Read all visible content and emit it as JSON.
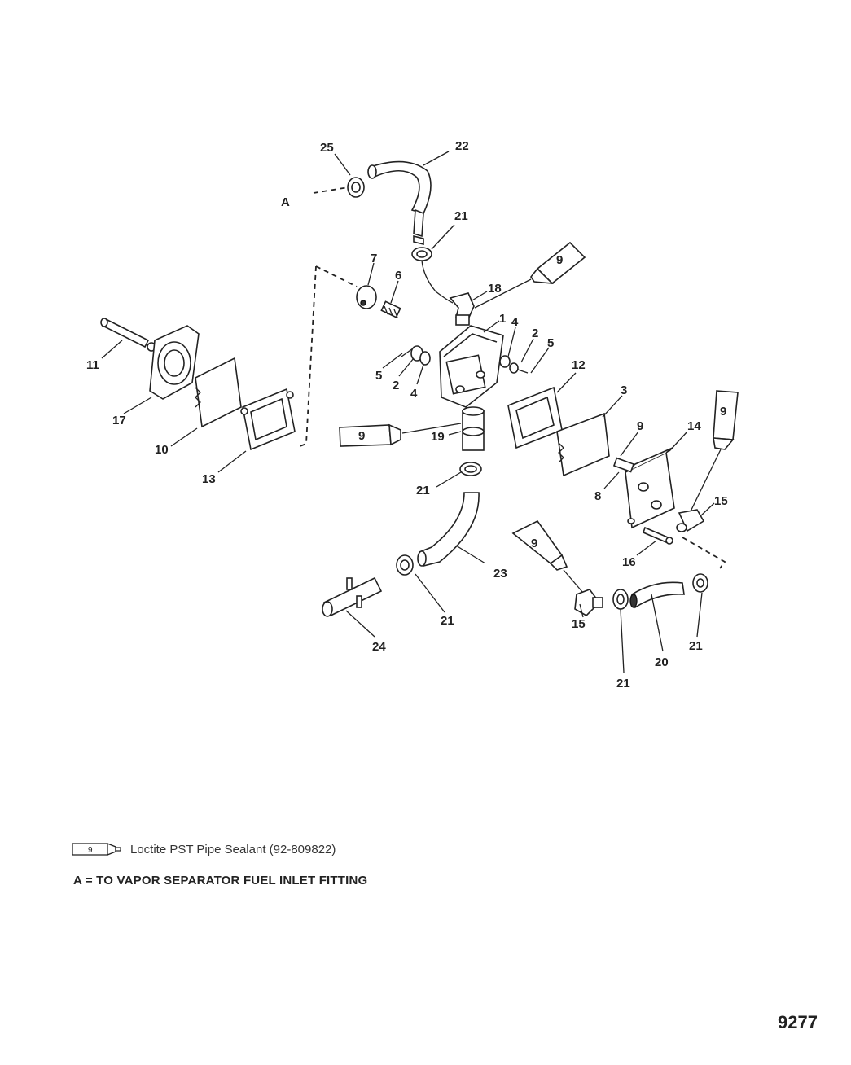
{
  "callouts": [
    {
      "id": "c25",
      "text": "25"
    },
    {
      "id": "c22",
      "text": "22"
    },
    {
      "id": "cA",
      "text": "A"
    },
    {
      "id": "c21a",
      "text": "21"
    },
    {
      "id": "c7",
      "text": "7"
    },
    {
      "id": "c6",
      "text": "6"
    },
    {
      "id": "c18",
      "text": "18"
    },
    {
      "id": "c1",
      "text": "1"
    },
    {
      "id": "c4a",
      "text": "4"
    },
    {
      "id": "c2a",
      "text": "2"
    },
    {
      "id": "c5a",
      "text": "5"
    },
    {
      "id": "c5b",
      "text": "5"
    },
    {
      "id": "c2b",
      "text": "2"
    },
    {
      "id": "c4b",
      "text": "4"
    },
    {
      "id": "c11",
      "text": "11"
    },
    {
      "id": "c17",
      "text": "17"
    },
    {
      "id": "c10",
      "text": "10"
    },
    {
      "id": "c13",
      "text": "13"
    },
    {
      "id": "c12",
      "text": "12"
    },
    {
      "id": "c3",
      "text": "3"
    },
    {
      "id": "c9",
      "text": "9"
    },
    {
      "id": "c14",
      "text": "14"
    },
    {
      "id": "c8",
      "text": "8"
    },
    {
      "id": "c15a",
      "text": "15"
    },
    {
      "id": "c19",
      "text": "19"
    },
    {
      "id": "c21b",
      "text": "21"
    },
    {
      "id": "c16",
      "text": "16"
    },
    {
      "id": "c23",
      "text": "23"
    },
    {
      "id": "c21c",
      "text": "21"
    },
    {
      "id": "c24",
      "text": "24"
    },
    {
      "id": "c15b",
      "text": "15"
    },
    {
      "id": "c20",
      "text": "20"
    },
    {
      "id": "c21d",
      "text": "21"
    },
    {
      "id": "c21e",
      "text": "21"
    }
  ],
  "tube_label": "9",
  "legend": {
    "tube_label": "9",
    "text": "Loctite PST Pipe Sealant (92-809822)"
  },
  "note": "A = TO VAPOR SEPARATOR FUEL INLET FITTING",
  "figure_id": "9277"
}
